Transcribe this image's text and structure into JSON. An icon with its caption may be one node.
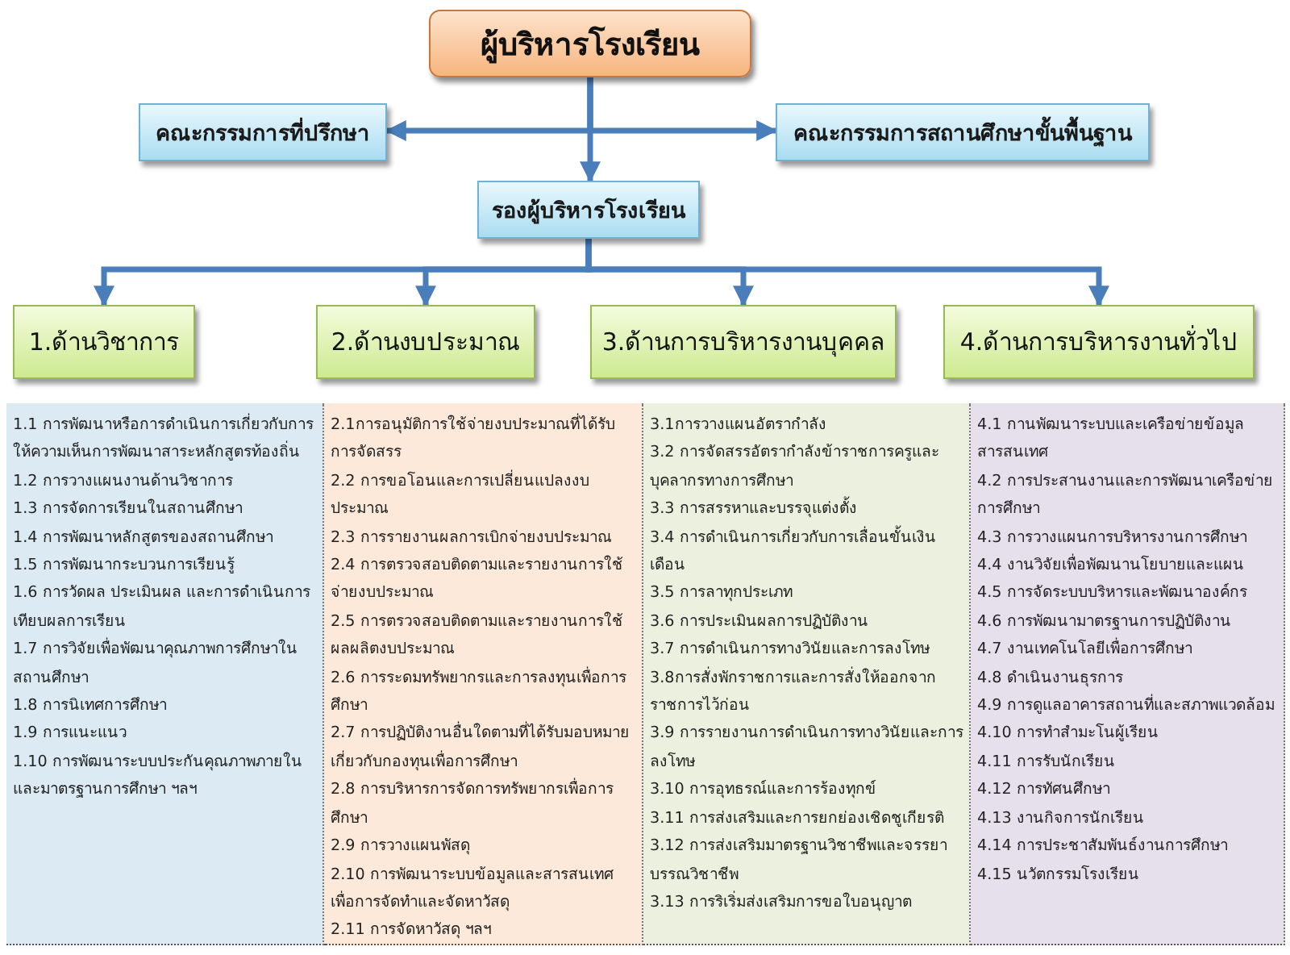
{
  "diagram": {
    "nodes": [
      {
        "text": [
          "ผู้บริหารโรงเรียน"
        ]
      },
      {
        "text": [
          "คณะกรรมการที่ปรึกษา"
        ]
      },
      {
        "text": [
          "คณะกรรมการสถานศึกษาขั้นพื้นฐาน"
        ]
      },
      {
        "text": [
          "รองผู้บริหารโรงเรียน"
        ]
      },
      {
        "text": [
          "1.ด้านวิชาการ"
        ]
      },
      {
        "text": [
          "2.ด้านงบประมาณ"
        ]
      },
      {
        "text": [
          "3.ด้านการบริหารงานบุคคล"
        ]
      },
      {
        "text": [
          "4.ด้านการบริหารงานทั่วไป"
        ]
      },
      {
        "text": [
          "1.1 การพัฒนาหรือการดำเนินการเกี่ยวกับการให้ความเห็นการพัฒนาสาระหลักสูตรท้องถิ่น",
          "1.2 การวางแผนงานด้านวิชาการ",
          "1.3 การจัดการเรียนในสถานศึกษา",
          "1.4 การพัฒนาหลักสูตรของสถานศึกษา",
          "1.5 การพัฒนากระบวนการเรียนรู้",
          "1.6 การวัดผล ประเมินผล และการดำเนินการเทียบผลการเรียน",
          "1.7 การวิจัยเพื่อพัฒนาคุณภาพการศึกษาในสถานศึกษา",
          "1.8 การนิเทศการศึกษา",
          "1.9 การแนะแนว",
          "1.10 การพัฒนาระบบประกันคุณภาพภายในและมาตรฐานการศึกษา ฯลฯ"
        ]
      },
      {
        "text": [
          "2.1การอนุมัติการใช้จ่ายงบประมาณที่ได้รับการจัดสรร",
          "2.2 การขอโอนและการเปลี่ยนแปลงงบประมาณ",
          "2.3 การรายงานผลการเบิกจ่ายงบประมาณ",
          "2.4 การตรวจสอบติดตามและรายงานการใช้จ่ายงบประมาณ",
          "2.5 การตรวจสอบติดตามและรายงานการใช้ผลผลิตงบประมาณ",
          "2.6 การระดมทรัพยากรและการลงทุนเพื่อการศึกษา",
          "2.7 การปฏิบัติงานอื่นใดตามที่ได้รับมอบหมายเกี่ยวกับกองทุนเพื่อการศึกษา",
          "2.8 การบริหารการจัดการทรัพยากรเพื่อการศึกษา",
          "2.9 การวางแผนพัสดุ",
          "2.10 การพัฒนาระบบข้อมูลและสารสนเทศเพื่อการจัดทำและจัดหาวัสดุ",
          "2.11 การจัดหาวัสดุ ฯลฯ"
        ]
      },
      {
        "text": [
          "3.1การวางแผนอัตรากำลัง",
          "3.2 การจัดสรรอัตรากำลังข้าราชการครูและบุคลากรทางการศึกษา",
          "3.3 การสรรหาและบรรจุแต่งตั้ง",
          "3.4 การดำเนินการเกี่ยวกับการเลื่อนขั้นเงินเดือน",
          "3.5 การลาทุกประเภท",
          "3.6 การประเมินผลการปฏิบัติงาน",
          "3.7 การดำเนินการทางวินัยและการลงโทษ",
          "3.8การสั่งพักราชการและการสั่งให้ออกจากราชการไว้ก่อน",
          "3.9 การรายงานการดำเนินการทางวินัยและการลงโทษ",
          "3.10 การอุทธรณ์และการร้องทุกข์",
          "3.11 การส่งเสริมและการยกย่องเชิดชูเกียรติ",
          "3.12 การส่งเสริมมาตรฐานวิชาชีพและจรรยาบรรณวิชาชีพ",
          "3.13 การริเริ่มส่งเสริมการขอใบอนุญาต"
        ]
      },
      {
        "text": [
          "4.1 กานพัฒนาระบบและเครือข่ายข้อมูลสารสนเทศ",
          "4.2 การประสานงานและการพัฒนาเครือข่ายการศึกษา",
          "4.3 การวางแผนการบริหารงานการศึกษา",
          "4.4 งานวิจัยเพื่อพัฒนานโยบายและแผน",
          "4.5 การจัดระบบบริหารและพัฒนาองค์กร",
          "4.6 การพัฒนามาตรฐานการปฏิบัติงาน",
          "4.7 งานเทคโนโลยีเพื่อการศึกษา",
          "4.8 ดำเนินงานธุรการ",
          "4.9 การดูแลอาคารสถานที่และสภาพแวดล้อม",
          "4.10 การทำสำมะโนผู้เรียน",
          "4.11 การรับนักเรียน",
          "4.12 การทัศนศึกษา",
          "4.13 งานกิจการนักเรียน",
          "4.14 การประชาสัมพันธ์งานการศึกษา",
          "4.15 นวัตกรรมโรงเรียน"
        ]
      }
    ],
    "edges": [
      {
        "from": 0,
        "to": 3,
        "arrow": "to"
      },
      {
        "from": 0,
        "to": 1,
        "arrow": "to"
      },
      {
        "from": 0,
        "to": 2,
        "arrow": "to"
      },
      {
        "from": 3,
        "to": 4,
        "arrow": "to"
      },
      {
        "from": 3,
        "to": 5,
        "arrow": "to"
      },
      {
        "from": 3,
        "to": 6,
        "arrow": "to"
      },
      {
        "from": 3,
        "to": 7,
        "arrow": "to"
      }
    ]
  }
}
